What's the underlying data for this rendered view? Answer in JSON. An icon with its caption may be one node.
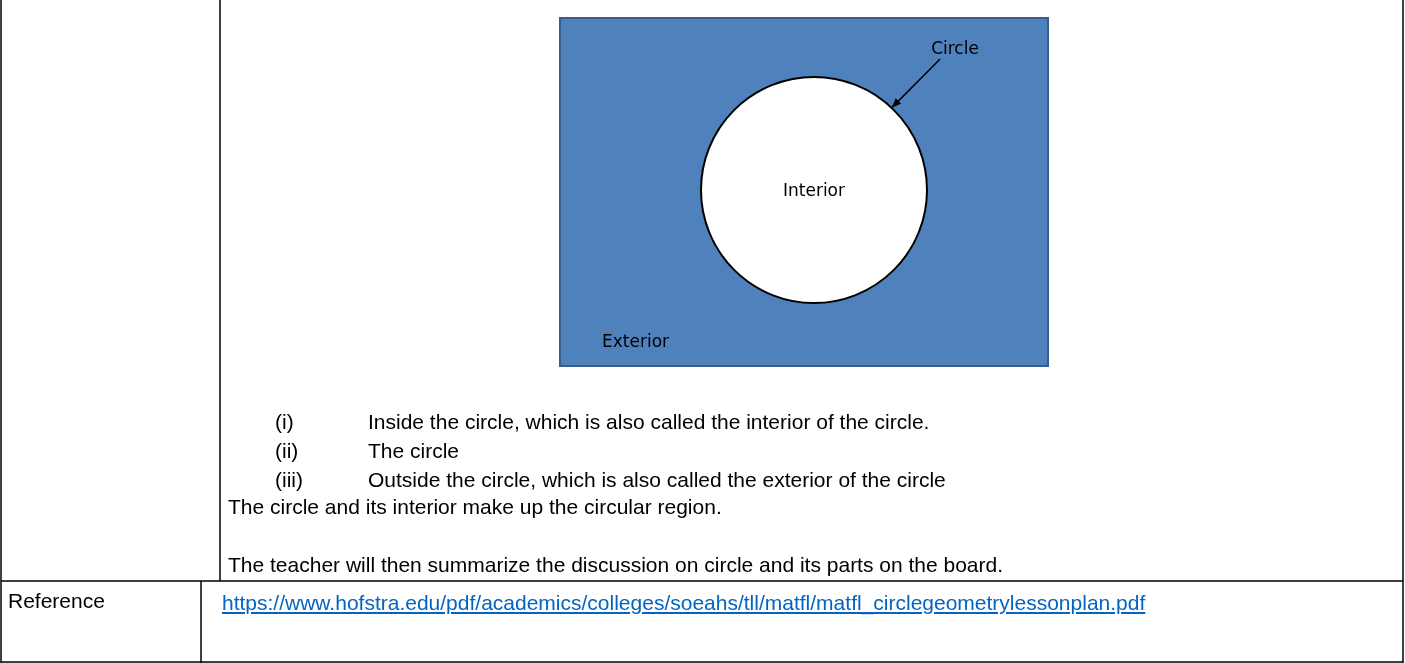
{
  "diagram": {
    "nodes": [
      {
        "text": [
          "Exterior"
        ]
      },
      {
        "text": [
          "Interior"
        ],
        "in": 0
      },
      {
        "text": [
          "Circle"
        ],
        "in": 0
      }
    ],
    "edges": [
      {
        "from": 2,
        "to": 1,
        "arrow": "to"
      }
    ],
    "labels": [
      "(i)",
      "Inside the circle, which is also called the interior of the circle.",
      "(ii)",
      "The circle",
      "(iii)",
      "Outside the circle, which is also called the exterior of the circle",
      "The circle and its interior make up the circular region.",
      "The teacher will then summarize the discussion on circle and its parts on the board.",
      "Reference",
      "https://www.hofstra.edu/pdf/academics/colleges/soeahs/tll/matfl/matfl_circlegeometrylessonplan.pdf"
    ]
  }
}
